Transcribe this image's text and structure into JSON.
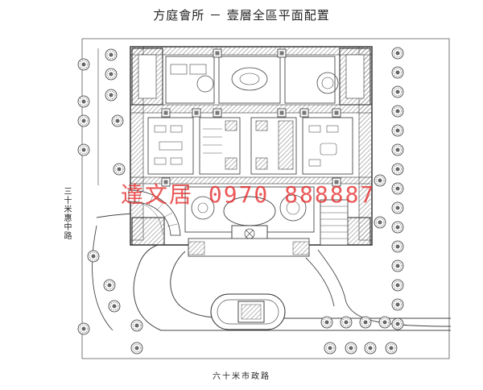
{
  "title": "方庭會所 － 壹層全區平面配置",
  "road_left": "三十米惠中路",
  "road_bottom": "六十米市政路",
  "watermark": "達文居 0970 888887",
  "colors": {
    "line": "#333333",
    "hatch": "#9a9a9a",
    "watermark": "#e62828",
    "tree": "#444444"
  }
}
